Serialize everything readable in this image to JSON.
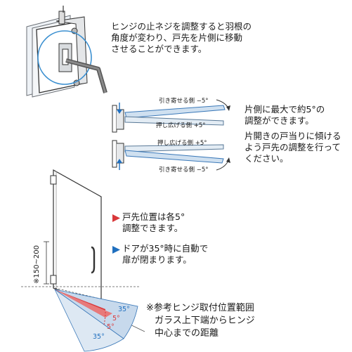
{
  "hinge_note": {
    "lines": [
      "ヒンジの止ネジを調整すると羽根の",
      "角度が変わり、戸先を片側に移動",
      "させることができます。"
    ]
  },
  "adjust_labels": {
    "upper_pull": "引き寄せる側 −5°",
    "upper_push": "押し広げる側 +5°",
    "lower_push": "押し広げる側 +5°",
    "lower_pull": "引き寄せる側 −5°"
  },
  "side_note_1": {
    "lines": [
      "片側に最大で約5°の",
      "調整ができます。"
    ]
  },
  "side_note_2": {
    "lines": [
      "片開きの戸当りに傾ける",
      "よう戸先の調整を行って",
      "ください。"
    ]
  },
  "door_note_1": {
    "lines": [
      "戸先位置は各5°",
      "調整できます。"
    ]
  },
  "door_note_2": {
    "lines": [
      "ドアが35°時に自動で",
      "扉が閉まります。"
    ]
  },
  "dimension_label": "※150~200",
  "angle_labels": {
    "a35_right": "35°",
    "a5_right": "5°",
    "a5_left": "5°",
    "a35_left": "35°"
  },
  "reference_note": {
    "lines": [
      "※参考ヒンジ取付位置範囲",
      "ガラス上下端からヒンジ",
      "中心までの距離"
    ]
  },
  "colors": {
    "accent_red": "#d9383a",
    "accent_blue": "#1f6fbf",
    "sector_blue": "#c7d9ec",
    "hinge_blue": "#3a8fd0"
  },
  "icons": {
    "red_marker": "right-triangle-red",
    "blue_marker": "right-triangle-blue",
    "wrench": "hex-key"
  }
}
